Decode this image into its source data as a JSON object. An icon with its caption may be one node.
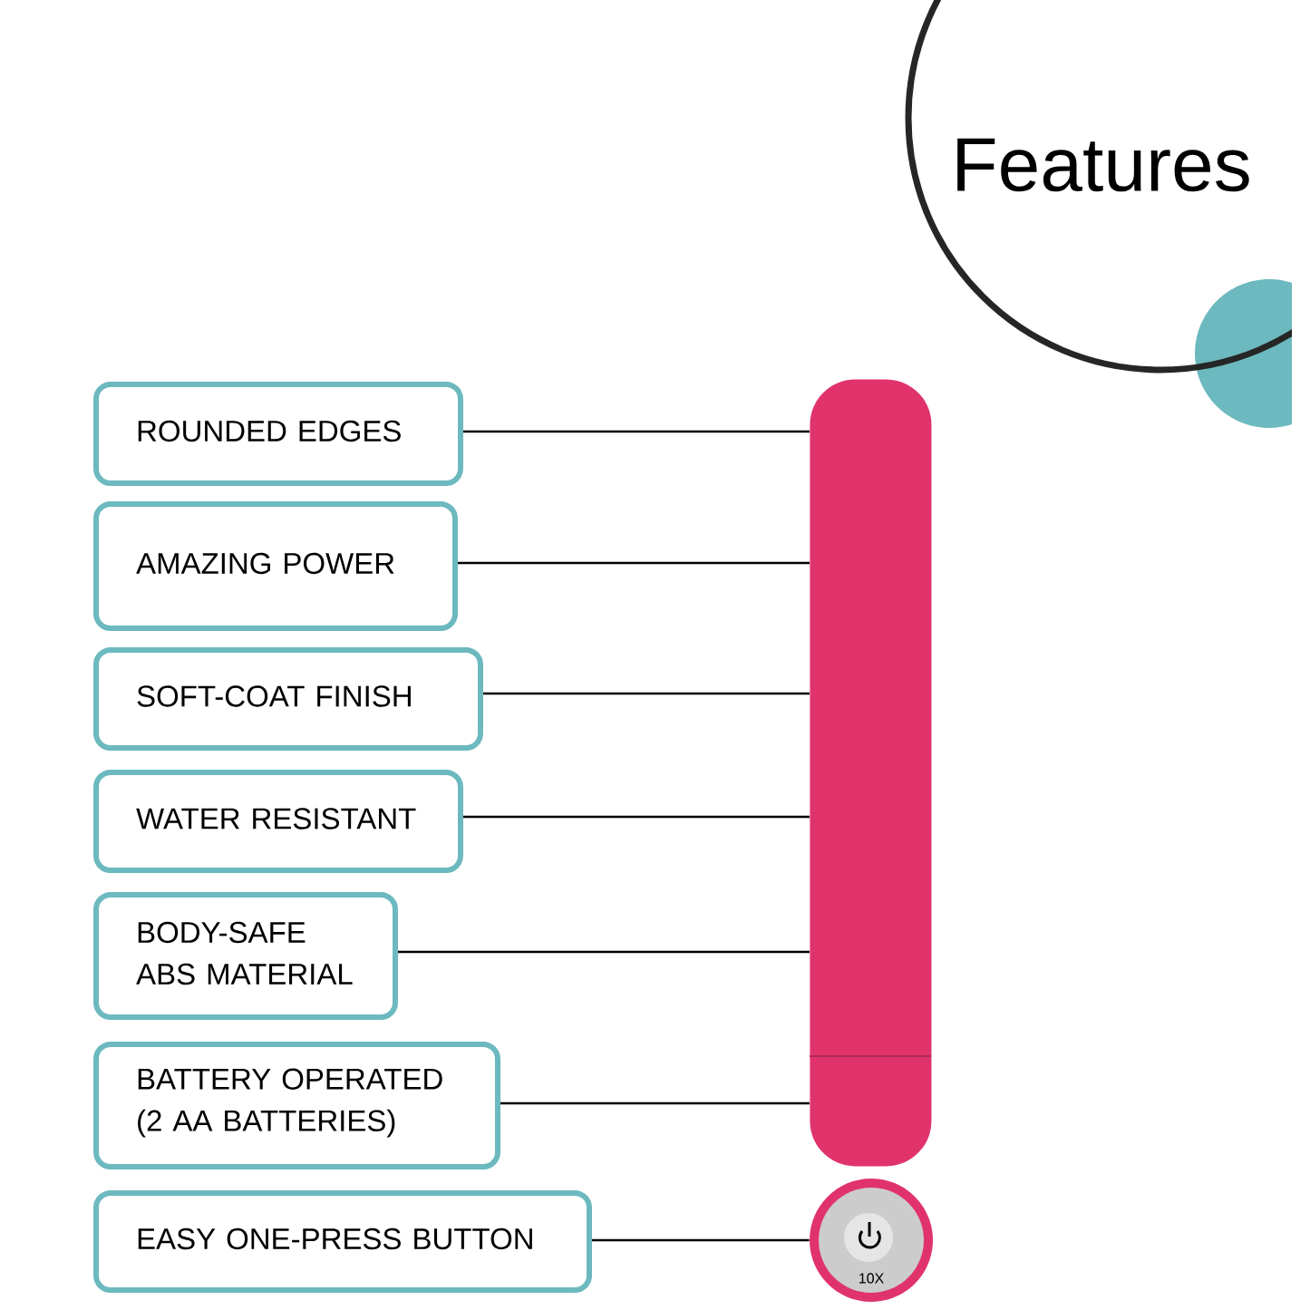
{
  "diagram": {
    "title": "Features",
    "nodes": [
      {
        "text": [
          "ROUNDED EDGES"
        ]
      },
      {
        "text": [
          "AMAZING POWER"
        ]
      },
      {
        "text": [
          "SOFT-COAT FINISH"
        ]
      },
      {
        "text": [
          "WATER RESISTANT"
        ]
      },
      {
        "text": [
          "BODY-SAFE ABS MATERIAL"
        ]
      },
      {
        "text": [
          "BATTERY OPERATED (2 AA BATTERIES)"
        ]
      },
      {
        "text": [
          "EASY ONE-PRESS BUTTON"
        ]
      },
      {
        "text": [],
        "shape": "bar"
      },
      {
        "text": [],
        "shape": "circle"
      }
    ],
    "edges": [
      {
        "from": 0,
        "to": 7,
        "arrow": "none"
      },
      {
        "from": 1,
        "to": 7,
        "arrow": "none"
      },
      {
        "from": 2,
        "to": 7,
        "arrow": "none"
      },
      {
        "from": 3,
        "to": 7,
        "arrow": "none"
      },
      {
        "from": 4,
        "to": 7,
        "arrow": "none"
      },
      {
        "from": 5,
        "to": 7,
        "arrow": "none"
      },
      {
        "from": 6,
        "to": 8,
        "arrow": "none"
      }
    ],
    "labels": [
      "10X"
    ]
  }
}
